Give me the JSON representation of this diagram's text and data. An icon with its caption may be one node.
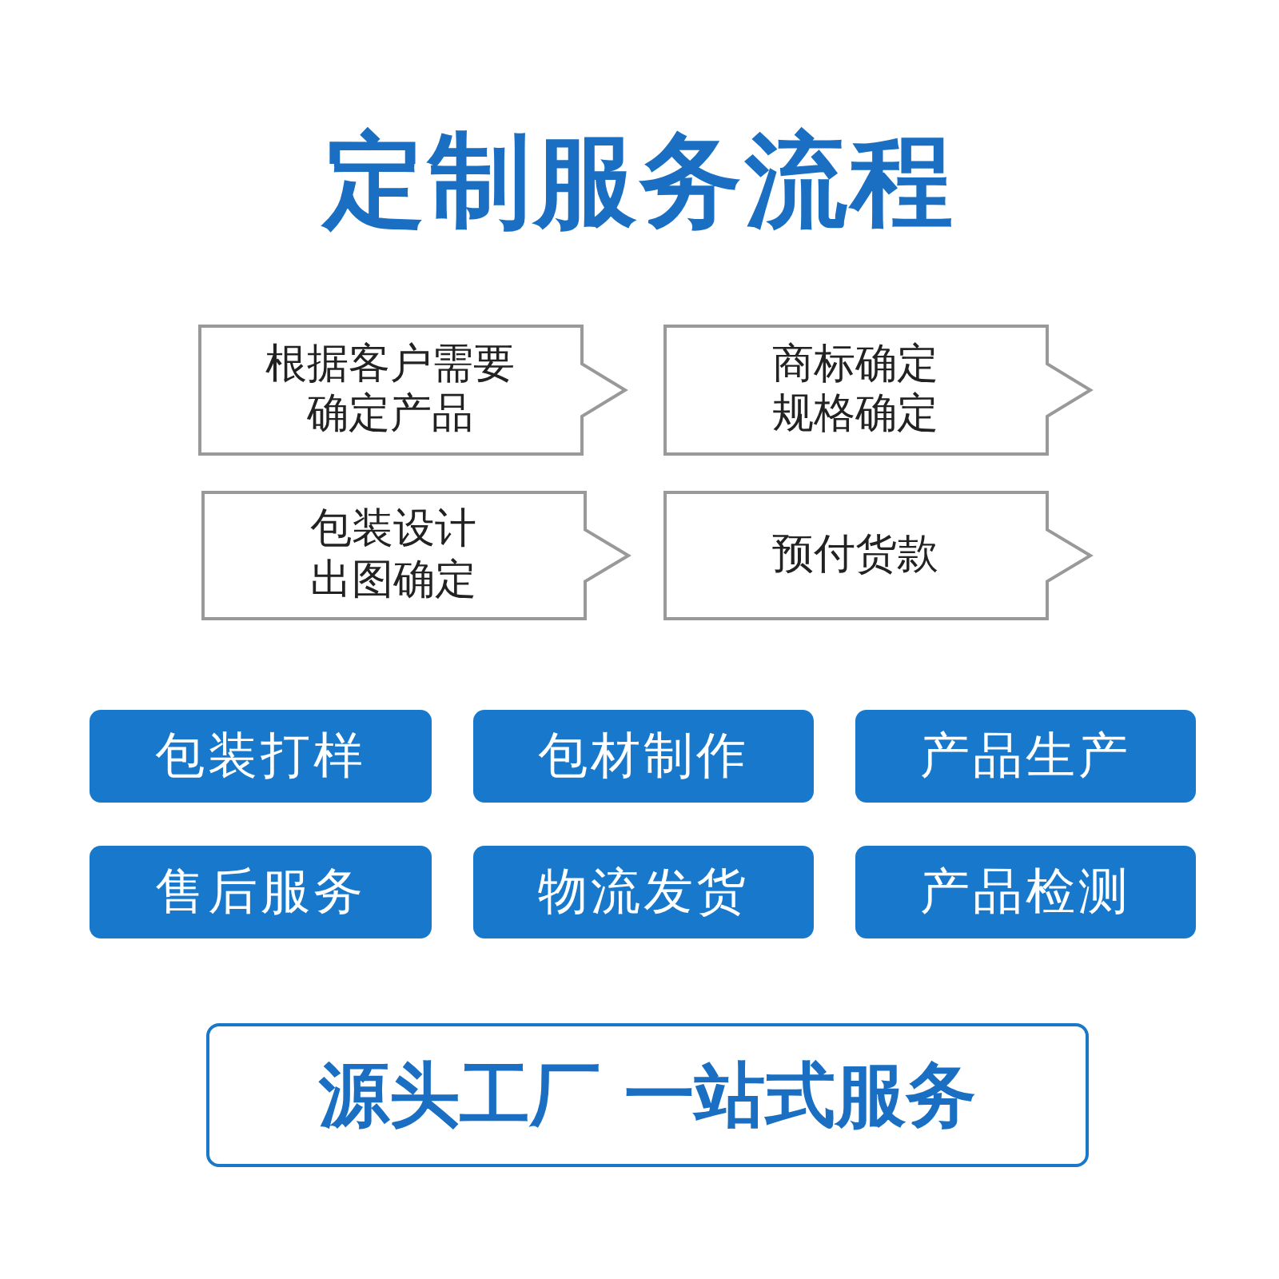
{
  "diagram": {
    "title": "定制服务流程",
    "nodes": [
      {
        "text": [
          "根据客户需要确定产品"
        ]
      },
      {
        "text": [
          "商标确定规格确定"
        ]
      },
      {
        "text": [
          "包装设计出图确定"
        ]
      },
      {
        "text": [
          "预付货款"
        ]
      },
      {
        "text": [
          "包装打样"
        ]
      },
      {
        "text": [
          "包材制作"
        ]
      },
      {
        "text": [
          "产品生产"
        ]
      },
      {
        "text": [
          "售后服务"
        ]
      },
      {
        "text": [
          "物流发货"
        ]
      },
      {
        "text": [
          "产品检测"
        ]
      },
      {
        "text": [
          "源头工厂 一站式服务"
        ]
      }
    ]
  }
}
